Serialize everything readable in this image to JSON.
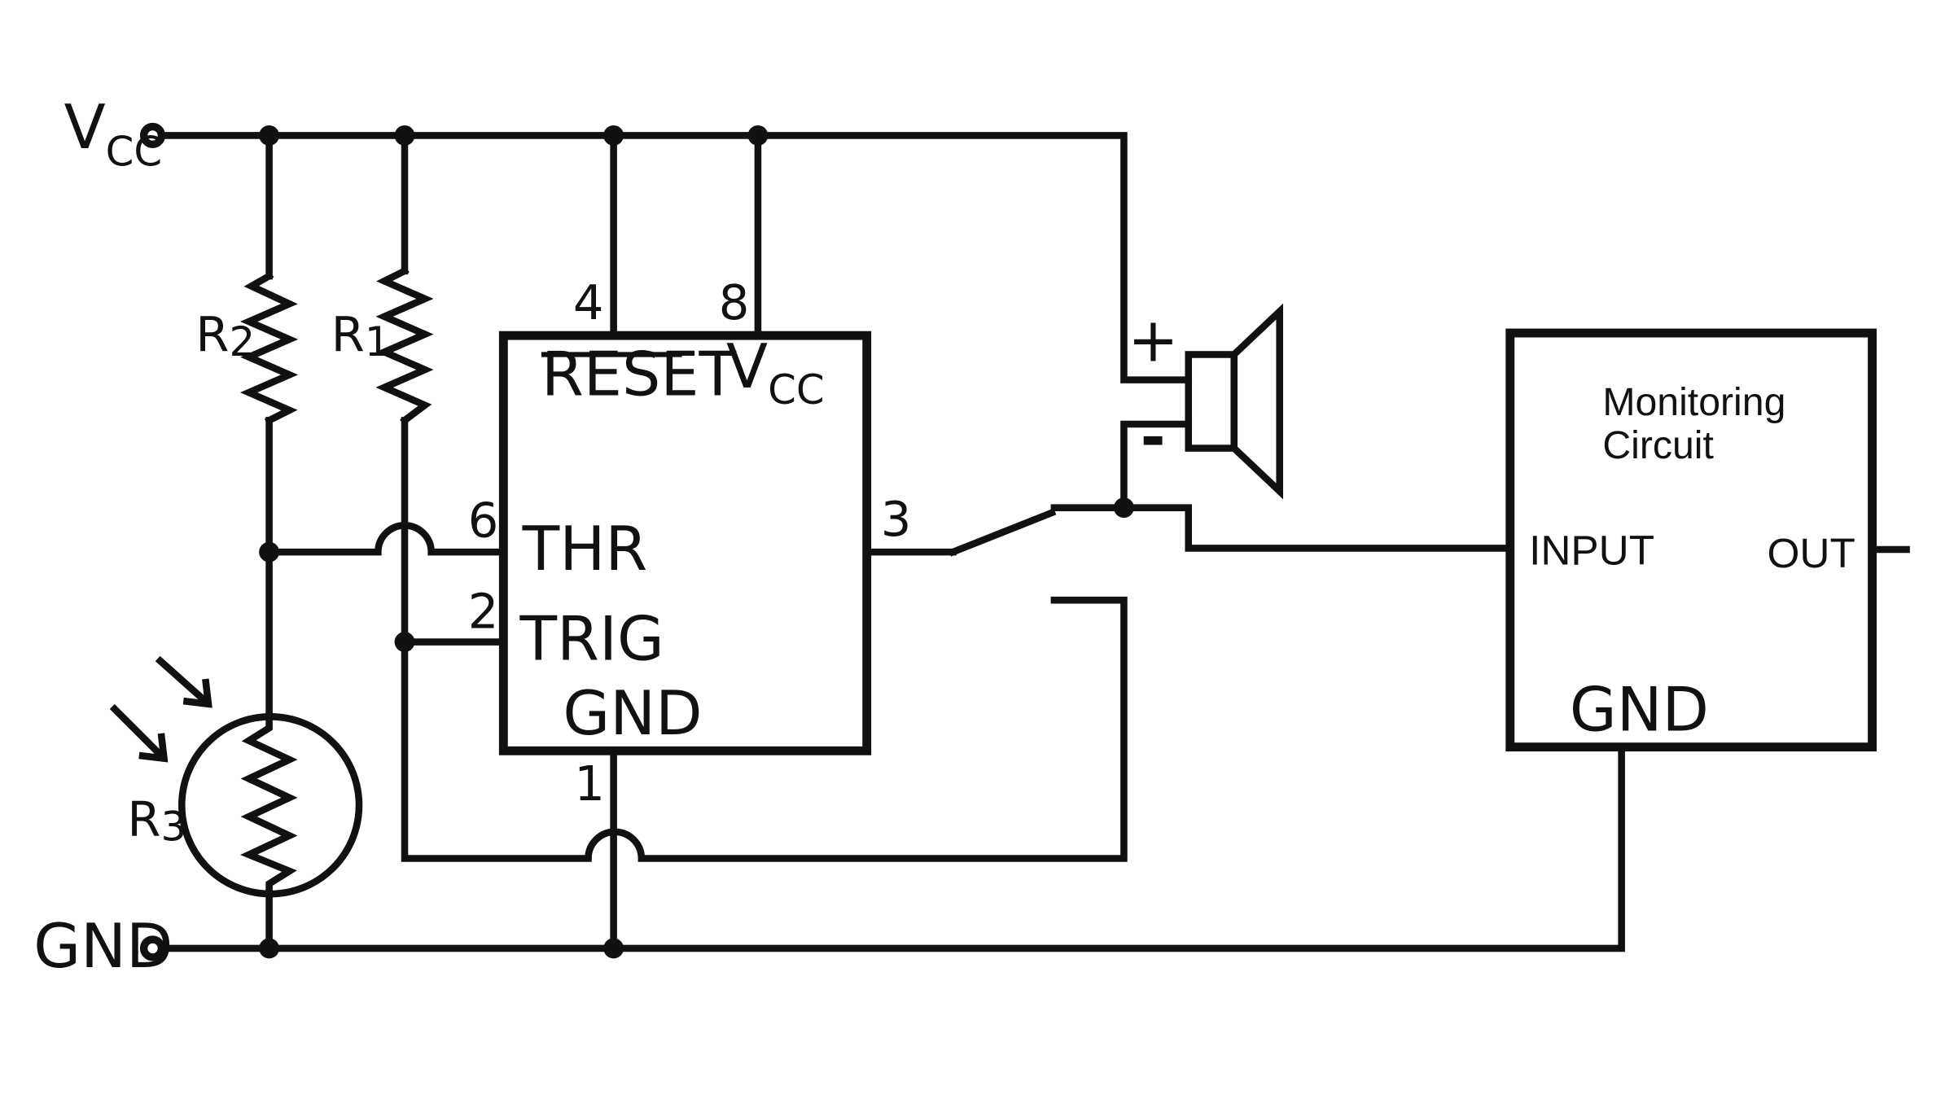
{
  "supply": {
    "vcc_main": "V",
    "vcc_sub": "CC",
    "gnd": "GND"
  },
  "resistors": {
    "r2_main": "R",
    "r2_sub": "2",
    "r1_main": "R",
    "r1_sub": "1",
    "r3_main": "R",
    "r3_sub": "3"
  },
  "timer": {
    "pin_reset_num": "4",
    "pin_vcc_num": "8",
    "pin_thr_num": "6",
    "pin_trig_num": "2",
    "pin_gnd_num": "1",
    "pin_out_num": "3",
    "reset_label": "RESET",
    "vcc_main": "V",
    "vcc_sub": "CC",
    "thr_label": "THR",
    "trig_label": "TRIG",
    "gnd_label": "GND"
  },
  "speaker": {
    "plus": "+",
    "minus": "-"
  },
  "monitor": {
    "title_line1": "Monitoring",
    "title_line2": "Circuit",
    "input_label": "INPUT",
    "out_label": "OUT",
    "gnd_label": "GND"
  }
}
